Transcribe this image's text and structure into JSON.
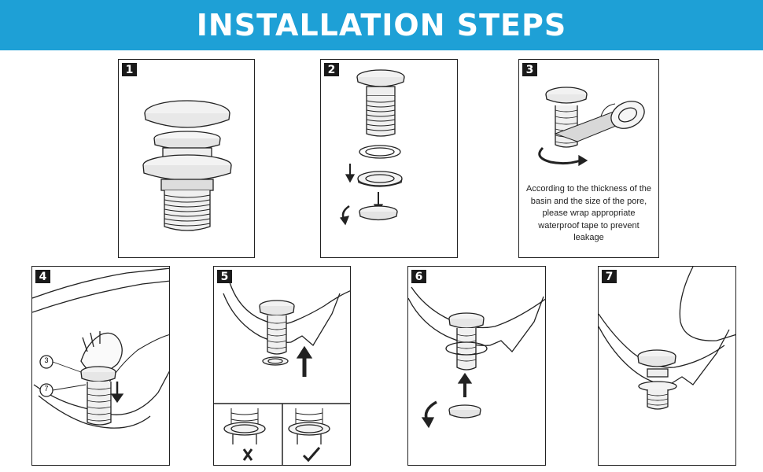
{
  "header": {
    "title": "INSTALLATION STEPS"
  },
  "steps": [
    {
      "number": "1"
    },
    {
      "number": "2"
    },
    {
      "number": "3",
      "note": "According to the thickness of the basin and the size of the pore, please wrap appropriate waterproof tape to prevent leakage"
    },
    {
      "number": "4",
      "callouts": [
        "3",
        "7"
      ]
    },
    {
      "number": "5"
    },
    {
      "number": "6"
    },
    {
      "number": "7"
    }
  ],
  "colors": {
    "banner": "#1ea0d6",
    "banner_text": "#ffffff",
    "line_art": "#222222"
  }
}
